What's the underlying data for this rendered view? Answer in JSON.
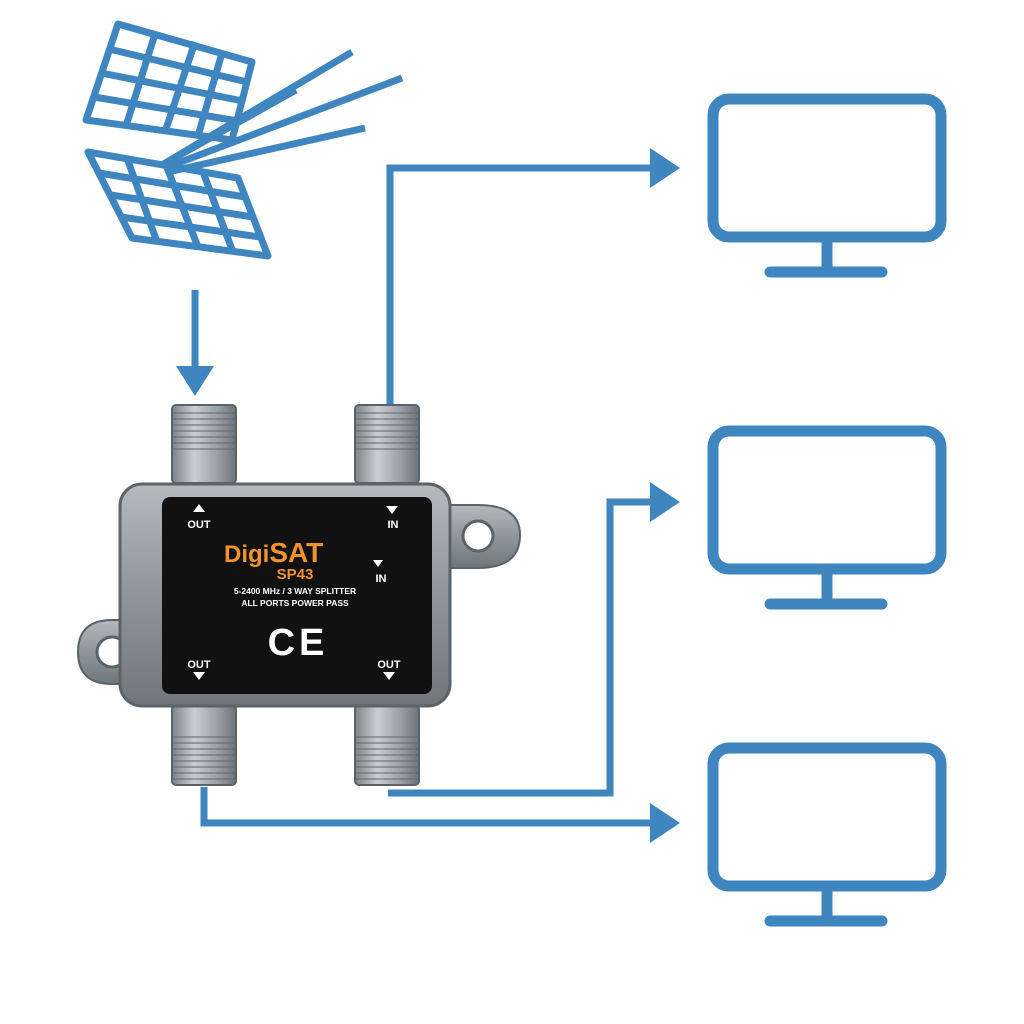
{
  "colors": {
    "diagram_blue": "#3f86c1",
    "splitter_body": "#8d9399",
    "label_panel": "#111111",
    "brand_orange": "#f2922a",
    "connector": "#9aa1a7"
  },
  "antenna": {
    "icon": "satellite-antenna-icon"
  },
  "splitter": {
    "brand_prefix": "Digi",
    "brand_suffix": "SAT",
    "model": "SP43",
    "spec_line1": "5-2400 MHz / 3 WAY SPLITTER",
    "spec_line2": "ALL PORTS POWER PASS",
    "ce_mark": "CE",
    "port_top_left": "OUT",
    "port_top_right": "IN",
    "port_mid_right": "IN",
    "port_bottom_left": "OUT",
    "port_bottom_right": "OUT"
  },
  "monitors": [
    {
      "icon": "monitor-icon"
    },
    {
      "icon": "monitor-icon"
    },
    {
      "icon": "monitor-icon"
    }
  ]
}
